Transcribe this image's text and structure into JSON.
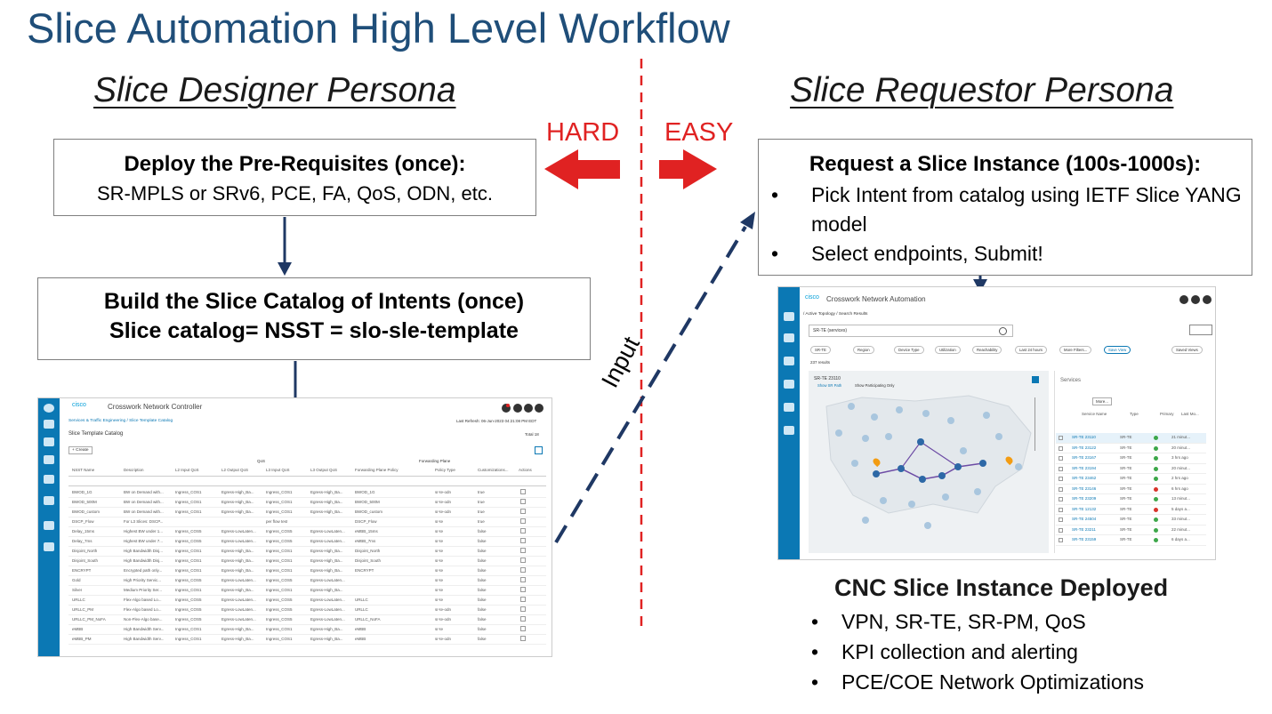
{
  "title": "Slice Automation High Level Workflow",
  "left_persona": "Slice Designer Persona",
  "right_persona": "Slice Requestor Persona",
  "hard_label": "HARD",
  "easy_label": "EASY",
  "input_label": "Input",
  "box_prereq": {
    "heading": "Deploy the Pre-Requisites (once):",
    "text": "SR-MPLS or SRv6, PCE, FA, QoS, ODN, etc."
  },
  "box_catalog": {
    "heading": "Build the Slice Catalog of Intents (once)",
    "text": "Slice catalog= NSST = slo-sle-template"
  },
  "box_request": {
    "heading": "Request a Slice Instance (100s-1000s):",
    "bullets": [
      "Pick Intent from catalog using IETF Slice YANG model",
      "Select endpoints, Submit!"
    ]
  },
  "cnc": {
    "title": "CNC Slice Instance Deployed",
    "bullets": [
      "VPN, SR-TE, SR-PM, QoS",
      "KPI collection and alerting",
      "PCE/COE Network Optimizations"
    ]
  },
  "bullet_char": "•",
  "colors": {
    "title": "#1f4e79",
    "arrow_red": "#e02222",
    "arrow_blue": "#1f3864",
    "dash_divider": "#e02222",
    "sidebar": "#0b78b4"
  },
  "shot_catalog": {
    "brand": "cisco",
    "app": "Crosswork Network Controller",
    "breadcrumb": "Services & Traffic Engineering / Slice Template Catalog",
    "last_refresh": "Last Refresh: 06-Jun-2023 04:21:08 PM EDT",
    "page": "Slice Template Catalog",
    "total": "Total 18",
    "create": "+ Create",
    "group_qos": "QoS",
    "group_fp": "Forwarding Plane",
    "columns": [
      "NSST Name",
      "Description",
      "L2 Input QoS",
      "L2 Output QoS",
      "L3 Input QoS",
      "L3 Output QoS",
      "Forwarding Plane Policy",
      "Policy Type",
      "Customizations...",
      "Actions"
    ],
    "rows": [
      [
        "BWOD_1G",
        "BW on Demand with...",
        "Ingress_COS1",
        "Egress-High_Ba...",
        "Ingress_COS1",
        "Egress-High_Ba...",
        "BWOD_1G",
        "sr-te-odn",
        "true"
      ],
      [
        "BWOD_500M",
        "BW on Demand with...",
        "Ingress_COS1",
        "Egress-High_Ba...",
        "Ingress_COS1",
        "Egress-High_Ba...",
        "BWOD_500M",
        "sr-te-odn",
        "true"
      ],
      [
        "BWOD_custom",
        "BW on Demand with...",
        "Ingress_COS1",
        "Egress-High_Ba...",
        "Ingress_COS1",
        "Egress-High_Ba...",
        "BWOD_custom",
        "sr-te-odn",
        "true"
      ],
      [
        "DSCP_Flow",
        "For L3 Slices: DSCP...",
        "",
        "",
        "per flow test",
        "",
        "DSCP_Flow",
        "sr-te",
        "true"
      ],
      [
        "Delay_15ms",
        "Highest BW under 1...",
        "Ingress_COS5",
        "Egress-LowLaten...",
        "Ingress_COS5",
        "Egress-LowLaten...",
        "eMBB_15ms",
        "sr-te",
        "false"
      ],
      [
        "Delay_7ms",
        "Highest BW under 7...",
        "Ingress_COS5",
        "Egress-LowLaten...",
        "Ingress_COS5",
        "Egress-LowLaten...",
        "eMBB_7ms",
        "sr-te",
        "false"
      ],
      [
        "Disjoint_North",
        "High Bandwidth Disj...",
        "Ingress_COS1",
        "Egress-High_Ba...",
        "Ingress_COS1",
        "Egress-High_Ba...",
        "Disjoint_North",
        "sr-te",
        "false"
      ],
      [
        "Disjoint_South",
        "High Bandwidth Disj...",
        "Ingress_COS1",
        "Egress-High_Ba...",
        "Ingress_COS1",
        "Egress-High_Ba...",
        "Disjoint_South",
        "sr-te",
        "false"
      ],
      [
        "ENCRYPT",
        "Encrypted path only...",
        "Ingress_COS1",
        "Egress-High_Ba...",
        "Ingress_COS1",
        "Egress-High_Ba...",
        "ENCRYPT",
        "sr-te",
        "false"
      ],
      [
        "Gold",
        "High Priority Servic...",
        "Ingress_COS5",
        "Egress-LowLaten...",
        "Ingress_COS5",
        "Egress-LowLaten...",
        "",
        "sr-te",
        "false"
      ],
      [
        "Silver",
        "Medium Priority Ser...",
        "Ingress_COS1",
        "Egress-High_Ba...",
        "Ingress_COS1",
        "Egress-High_Ba...",
        "",
        "sr-te",
        "false"
      ],
      [
        "URLLC",
        "Flex-Algo based Lo...",
        "Ingress_COS5",
        "Egress-LowLaten...",
        "Ingress_COS5",
        "Egress-LowLaten...",
        "URLLC",
        "sr-te",
        "false"
      ],
      [
        "URLLC_PM",
        "Flex-Algo based Lo...",
        "Ingress_COS5",
        "Egress-LowLaten...",
        "Ingress_COS5",
        "Egress-LowLaten...",
        "URLLC",
        "sr-te-odn",
        "false"
      ],
      [
        "URLLC_PM_NoFA",
        "Non-Flex-Algo base...",
        "Ingress_COS5",
        "Egress-LowLaten...",
        "Ingress_COS5",
        "Egress-LowLaten...",
        "URLLC_NoFA",
        "sr-te-odn",
        "false"
      ],
      [
        "eMBB",
        "High Bandwidth Serv...",
        "Ingress_COS1",
        "Egress-High_Ba...",
        "Ingress_COS1",
        "Egress-High_Ba...",
        "eMBB",
        "sr-te",
        "false"
      ],
      [
        "eMBB_PM",
        "High Bandwidth Serv...",
        "Ingress_COS1",
        "Egress-High_Ba...",
        "Ingress_COS1",
        "Egress-High_Ba...",
        "eMBB",
        "sr-te-odn",
        "false"
      ]
    ]
  },
  "shot_topology": {
    "brand": "cisco",
    "app": "Crosswork Network Automation",
    "breadcrumb": "/ Active Topology / Search Results",
    "search_value": "SR-TE (services)",
    "filters": [
      "SR-TE",
      "Region",
      "Device Type",
      "Utilization",
      "Reachability",
      "Last 24 hours",
      "More Filters...",
      "Save View",
      "Saved Views"
    ],
    "results": "237 results",
    "selected": "SR-TE 23110",
    "show_sr_path": "Show SR Path",
    "show_participating": "Show Participating Only",
    "panel_title": "Services",
    "more": "More...",
    "columns": [
      "Service Name",
      "Type",
      "Primary",
      "Last Mo..."
    ],
    "rows": [
      [
        "SR-TE 23110",
        "SR-TE",
        "green",
        "21 minut..."
      ],
      [
        "SR-TE 23122",
        "SR-TE",
        "green",
        "20 minut..."
      ],
      [
        "SR-TE 23167",
        "SR-TE",
        "green",
        "3 hrs ago"
      ],
      [
        "SR-TE 23194",
        "SR-TE",
        "green",
        "20 minut..."
      ],
      [
        "SR-TE 23462",
        "SR-TE",
        "green",
        "2 hrs ago"
      ],
      [
        "SR-TE 23146",
        "SR-TE",
        "red",
        "6 hrs ago"
      ],
      [
        "SR-TE 23209",
        "SR-TE",
        "green",
        "13 minut..."
      ],
      [
        "SR-TE 12132",
        "SR-TE",
        "red",
        "5 days a..."
      ],
      [
        "SR-TE 24504",
        "SR-TE",
        "green",
        "33 minut..."
      ],
      [
        "SR-TE 23211",
        "SR-TE",
        "green",
        "22 minut..."
      ],
      [
        "SR-TE 23159",
        "SR-TE",
        "green",
        "6 days a..."
      ]
    ]
  }
}
